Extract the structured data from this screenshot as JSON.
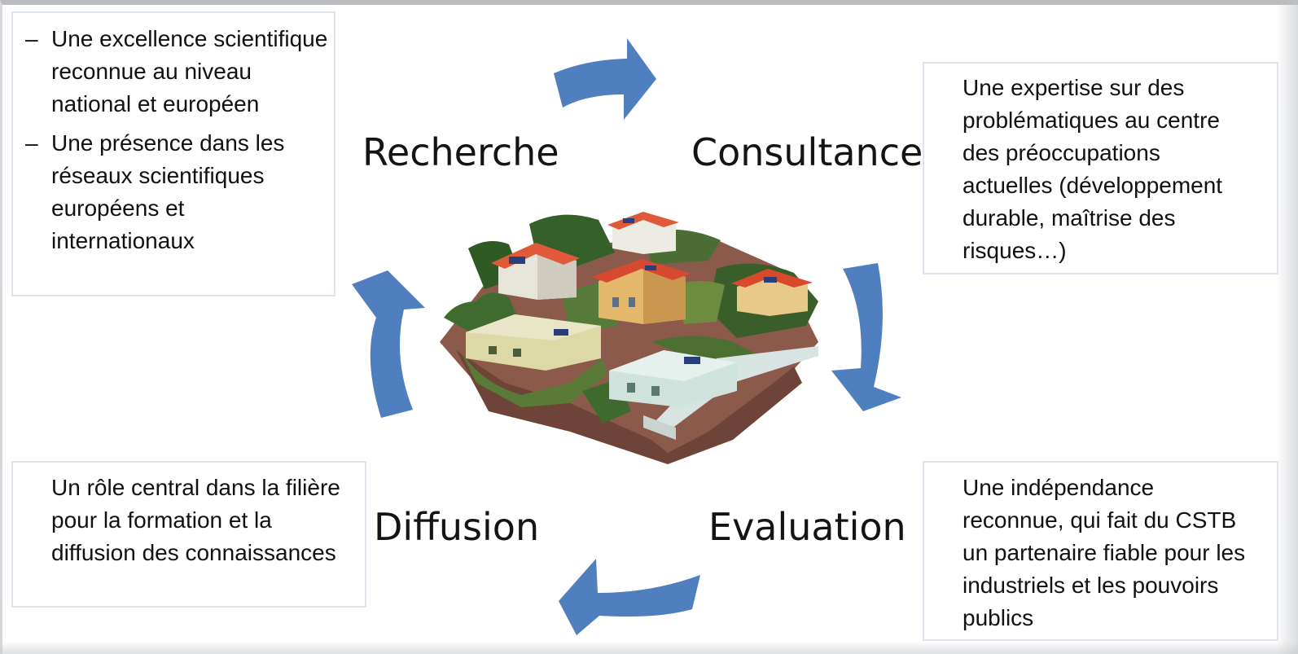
{
  "colors": {
    "arrow": "#4f7fbf",
    "box_border": "#dde4ee"
  },
  "stages": {
    "recherche": "Recherche",
    "consultance": "Consultance",
    "evaluation": "Evaluation",
    "diffusion": "Diffusion"
  },
  "boxes": {
    "recherche": {
      "bullets": [
        "Une excellence scientifique reconnue au niveau national et européen",
        "Une présence dans les réseaux scientifiques européens et internationaux"
      ],
      "bullet_symbol": "–"
    },
    "consultance": "Une expertise sur des problématiques au centre des préoccupations actuelles (développement durable, maîtrise des risques…)",
    "diffusion": "Un rôle central dans la filière pour la formation et la diffusion des connaissances",
    "evaluation": "Une indépendance reconnue, qui fait du CSTB un partenaire fiable pour les industriels et les pouvoirs publics"
  },
  "center_image": "houses-neighborhood-illustration",
  "arrows": [
    "arrow-top",
    "arrow-right",
    "arrow-bottom",
    "arrow-left"
  ]
}
